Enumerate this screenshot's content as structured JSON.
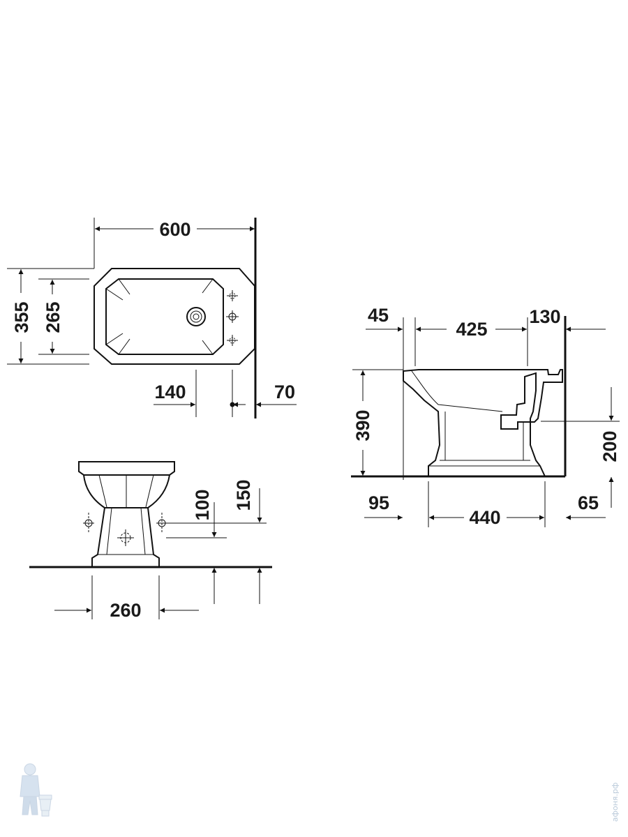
{
  "title": "",
  "dimensions": {
    "top_width": "600",
    "top_depth_outer": "355",
    "top_depth_inner": "265",
    "tap_offset": "140",
    "wall_gap": "70",
    "front_height_100": "100",
    "front_height_150": "150",
    "foot_width": "260",
    "side_rim_front": "45",
    "side_bowl_length": "425",
    "side_rear": "130",
    "side_height": "390",
    "side_outlet_height": "200",
    "side_foot_front": "95",
    "side_foot_length": "440",
    "side_foot_rear": "65"
  },
  "watermark": {
    "text": "афоня.рф",
    "logo_icon": "plumber-mascot-icon"
  }
}
